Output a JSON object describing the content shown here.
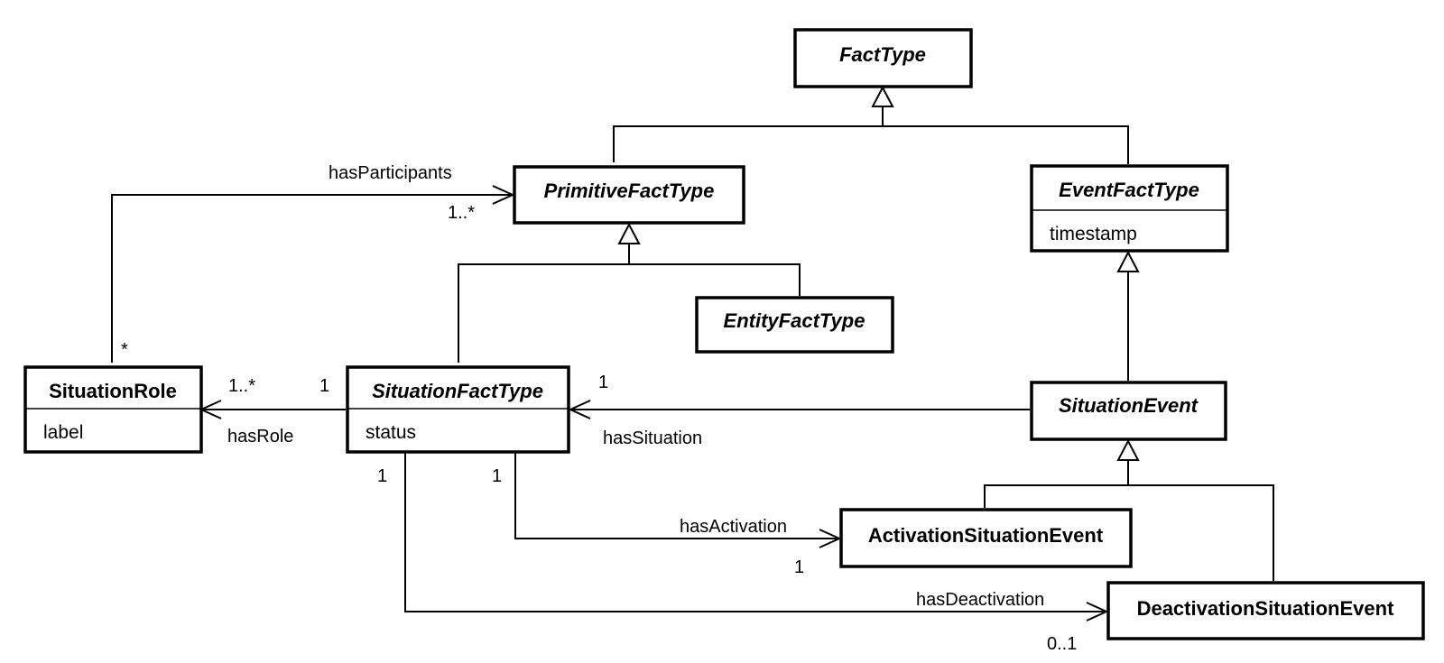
{
  "classes": {
    "fact_type": {
      "name": "FactType"
    },
    "primitive_fact_type": {
      "name": "PrimitiveFactType"
    },
    "event_fact_type": {
      "name": "EventFactType",
      "attr": "timestamp"
    },
    "entity_fact_type": {
      "name": "EntityFactType"
    },
    "situation_role": {
      "name": "SituationRole",
      "attr": "label"
    },
    "situation_fact_type": {
      "name": "SituationFactType",
      "attr": "status"
    },
    "situation_event": {
      "name": "SituationEvent"
    },
    "activation_situation_event": {
      "name": "ActivationSituationEvent"
    },
    "deactivation_situation_event": {
      "name": "DeactivationSituationEvent"
    }
  },
  "associations": {
    "has_participants": {
      "label": "hasParticipants",
      "mult_role": "*",
      "mult_primitive": "1..*"
    },
    "has_role": {
      "label": "hasRole",
      "mult_role": "1..*",
      "mult_situation": "1"
    },
    "has_situation": {
      "label": "hasSituation",
      "mult_situation": "1"
    },
    "has_activation": {
      "label": "hasActivation",
      "mult_situation": "1",
      "mult_activation": "1"
    },
    "has_deactivation": {
      "label": "hasDeactivation",
      "mult_situation": "1",
      "mult_deactivation": "0..1"
    }
  }
}
